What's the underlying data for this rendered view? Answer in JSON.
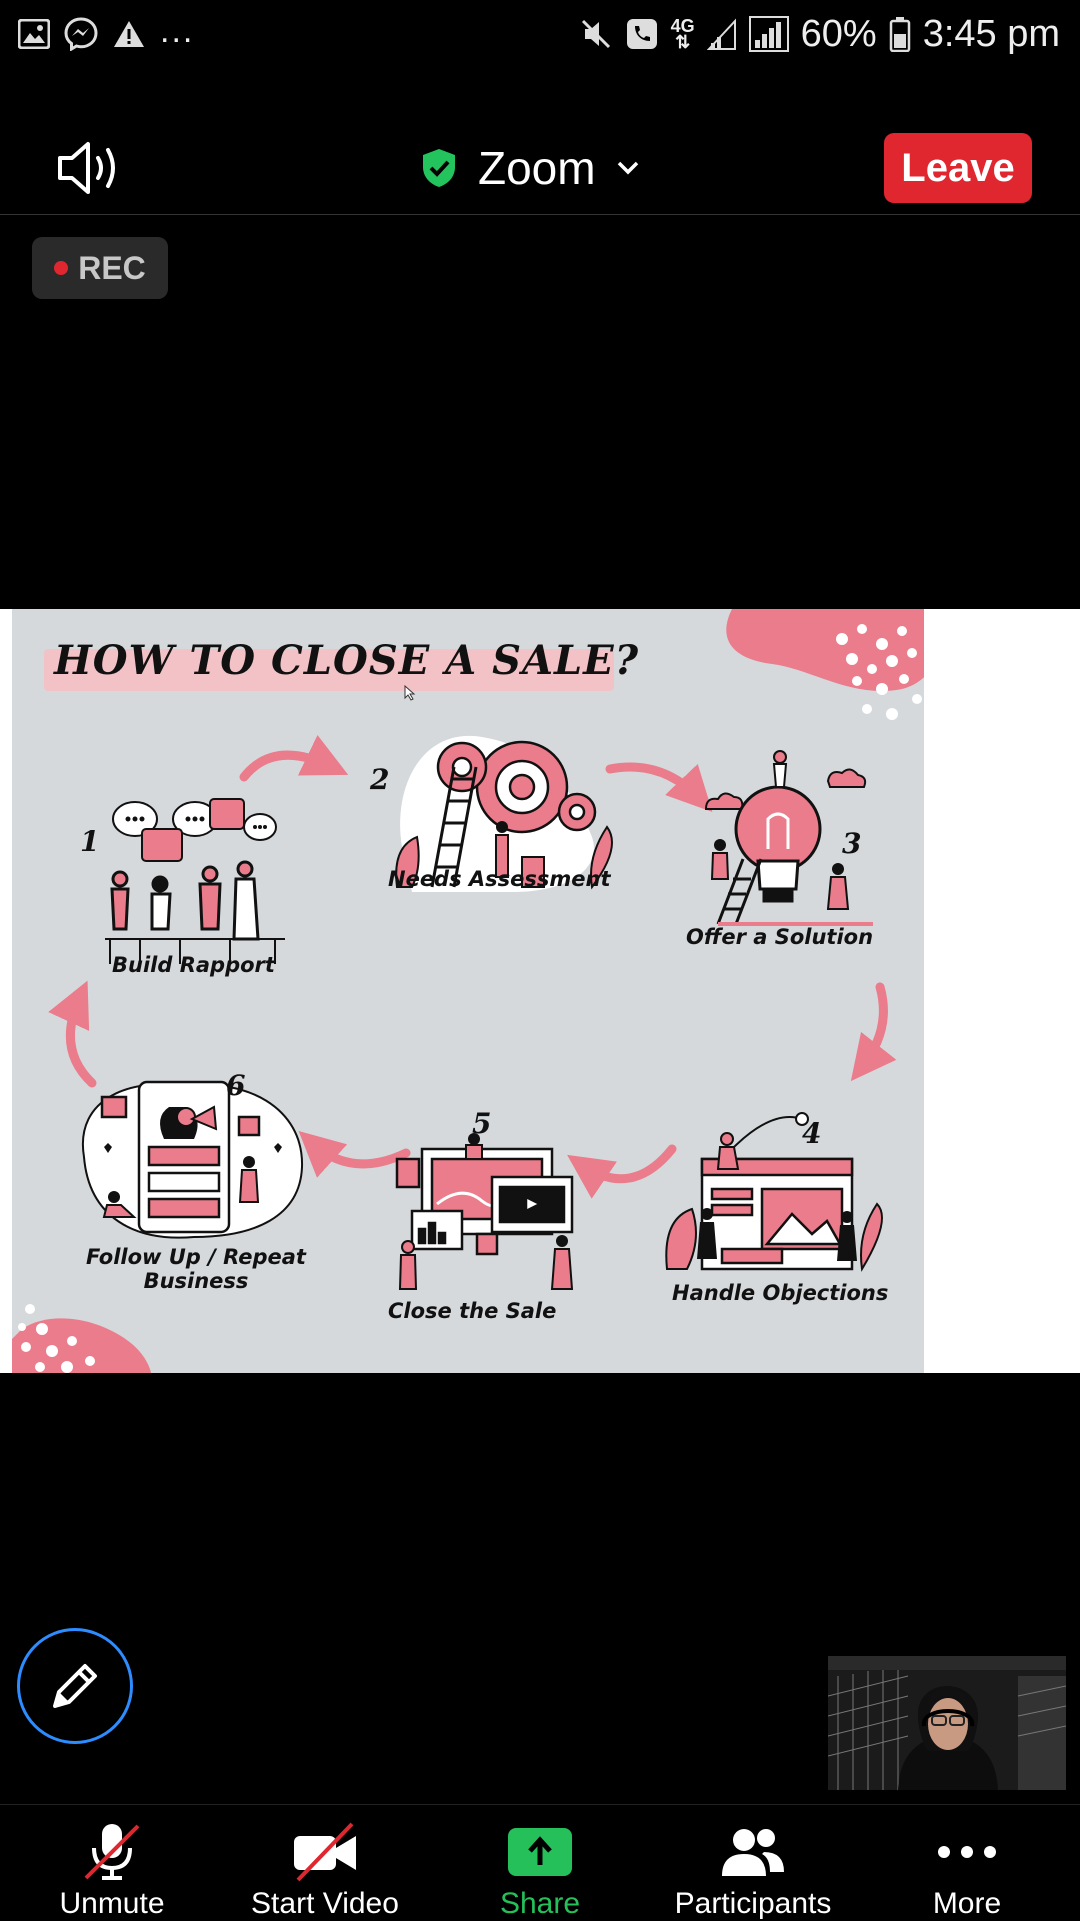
{
  "status_bar": {
    "battery": "60%",
    "time": "3:45 pm",
    "network": "4G",
    "overflow": "..."
  },
  "header": {
    "meeting_title": "Zoom",
    "leave_label": "Leave"
  },
  "recording": {
    "label": "REC"
  },
  "slide": {
    "title": "HOW TO CLOSE A SALE?",
    "steps": [
      {
        "number": "1",
        "label": "Build Rapport"
      },
      {
        "number": "2",
        "label": "Needs Assessment"
      },
      {
        "number": "3",
        "label": "Offer a Solution"
      },
      {
        "number": "4",
        "label": "Handle Objections"
      },
      {
        "number": "5",
        "label": "Close the Sale"
      },
      {
        "number": "6",
        "label": "Follow Up / Repeat",
        "label2": "Business"
      }
    ],
    "accent_color": "#ea7c8b"
  },
  "toolbar": {
    "unmute_label": "Unmute",
    "start_video_label": "Start Video",
    "share_label": "Share",
    "participants_label": "Participants",
    "more_label": "More"
  },
  "colors": {
    "leave": "#e0262f",
    "share": "#25c05a",
    "annotate_ring": "#2d8cff",
    "shield": "#23c45e"
  }
}
